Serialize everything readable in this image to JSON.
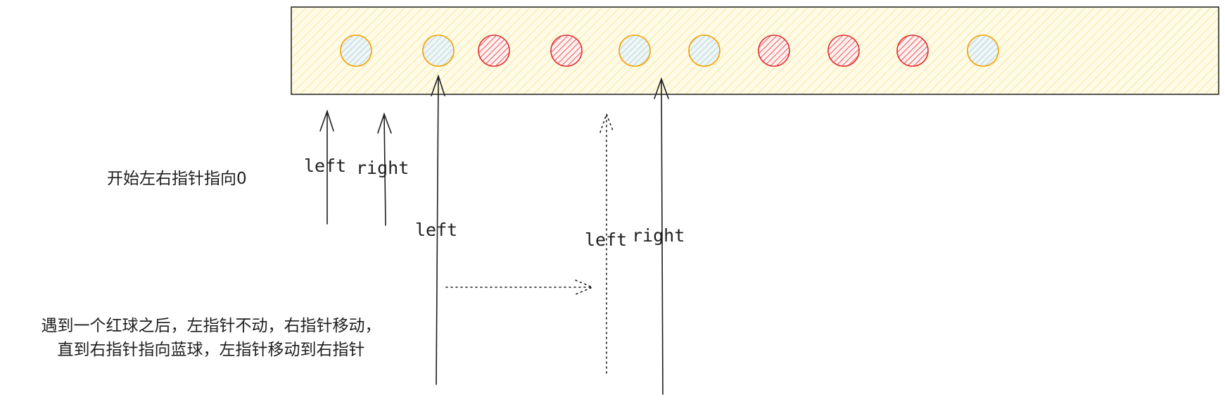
{
  "array_strip": {
    "balls": [
      "blue",
      "blue",
      "red",
      "red",
      "blue",
      "blue",
      "red",
      "red",
      "red",
      "blue"
    ]
  },
  "colors": {
    "strip_fill": "#fffbe6",
    "strip_hatch": "#f5e7a0",
    "blue_ball_stroke": "#f59f00",
    "blue_ball_fill": "#cfe3e6",
    "red_ball_stroke": "#e03131",
    "red_ball_fill": "#ffc9c9",
    "ink": "#1e1e1e"
  },
  "step1": {
    "caption": "开始左右指针指向0",
    "left_label": "left",
    "right_label": "right"
  },
  "step2": {
    "caption_line1": "遇到一个红球之后，左指针不动，右指针移动，",
    "caption_line2": "直到右指针指向蓝球，左指针移动到右指针",
    "left_label": "left",
    "moved_left_label": "left",
    "right_label": "right"
  }
}
